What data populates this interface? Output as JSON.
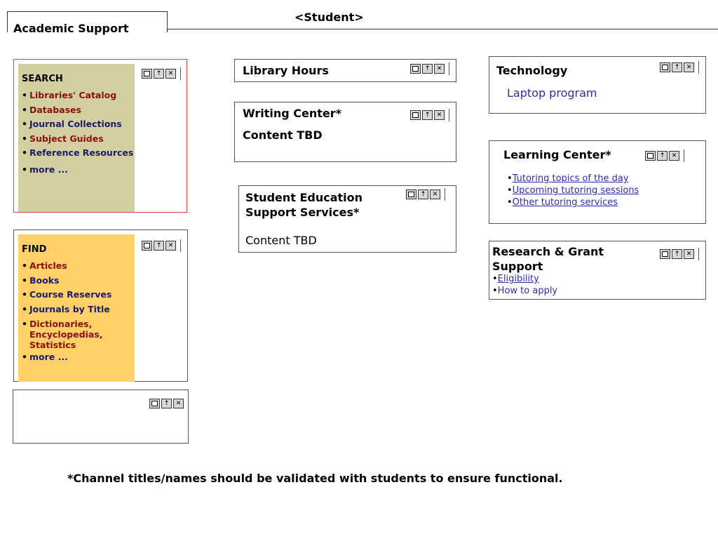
{
  "tab": {
    "label": "Academic Support"
  },
  "role": {
    "label": "<Student>"
  },
  "window_controls": {
    "minimize": "□",
    "restore": "⇡",
    "close": "✕"
  },
  "search": {
    "heading": "SEARCH",
    "items": [
      "Libraries' Catalog",
      "Databases",
      "Journal Collections",
      "Subject Guides",
      "Reference Resources",
      "more ..."
    ],
    "bg": "#d2d0a0",
    "highlight_border": "#e04040"
  },
  "find": {
    "heading": "FIND",
    "items": [
      "Articles",
      "Books",
      "Course Reserves",
      "Journals by Title",
      "Dictionaries, Encyclopedias, Statistics",
      "more ..."
    ],
    "bg": "#ffd067"
  },
  "library_hours": {
    "title": "Library Hours"
  },
  "writing_center": {
    "title": "Writing Center*",
    "content": "Content TBD"
  },
  "sess": {
    "title": "Student Education Support Services*",
    "content": "Content TBD"
  },
  "technology": {
    "title": "Technology",
    "link": "Laptop program"
  },
  "learning_center": {
    "title": "Learning Center*",
    "links": [
      "Tutoring topics of the day",
      "Upcoming tutoring sessions",
      "Other tutoring services"
    ]
  },
  "research": {
    "title": "Research & Grant Support",
    "links": [
      "Eligibility",
      "How to apply"
    ]
  },
  "footnote": "*Channel titles/names should be validated with students to ensure functional."
}
